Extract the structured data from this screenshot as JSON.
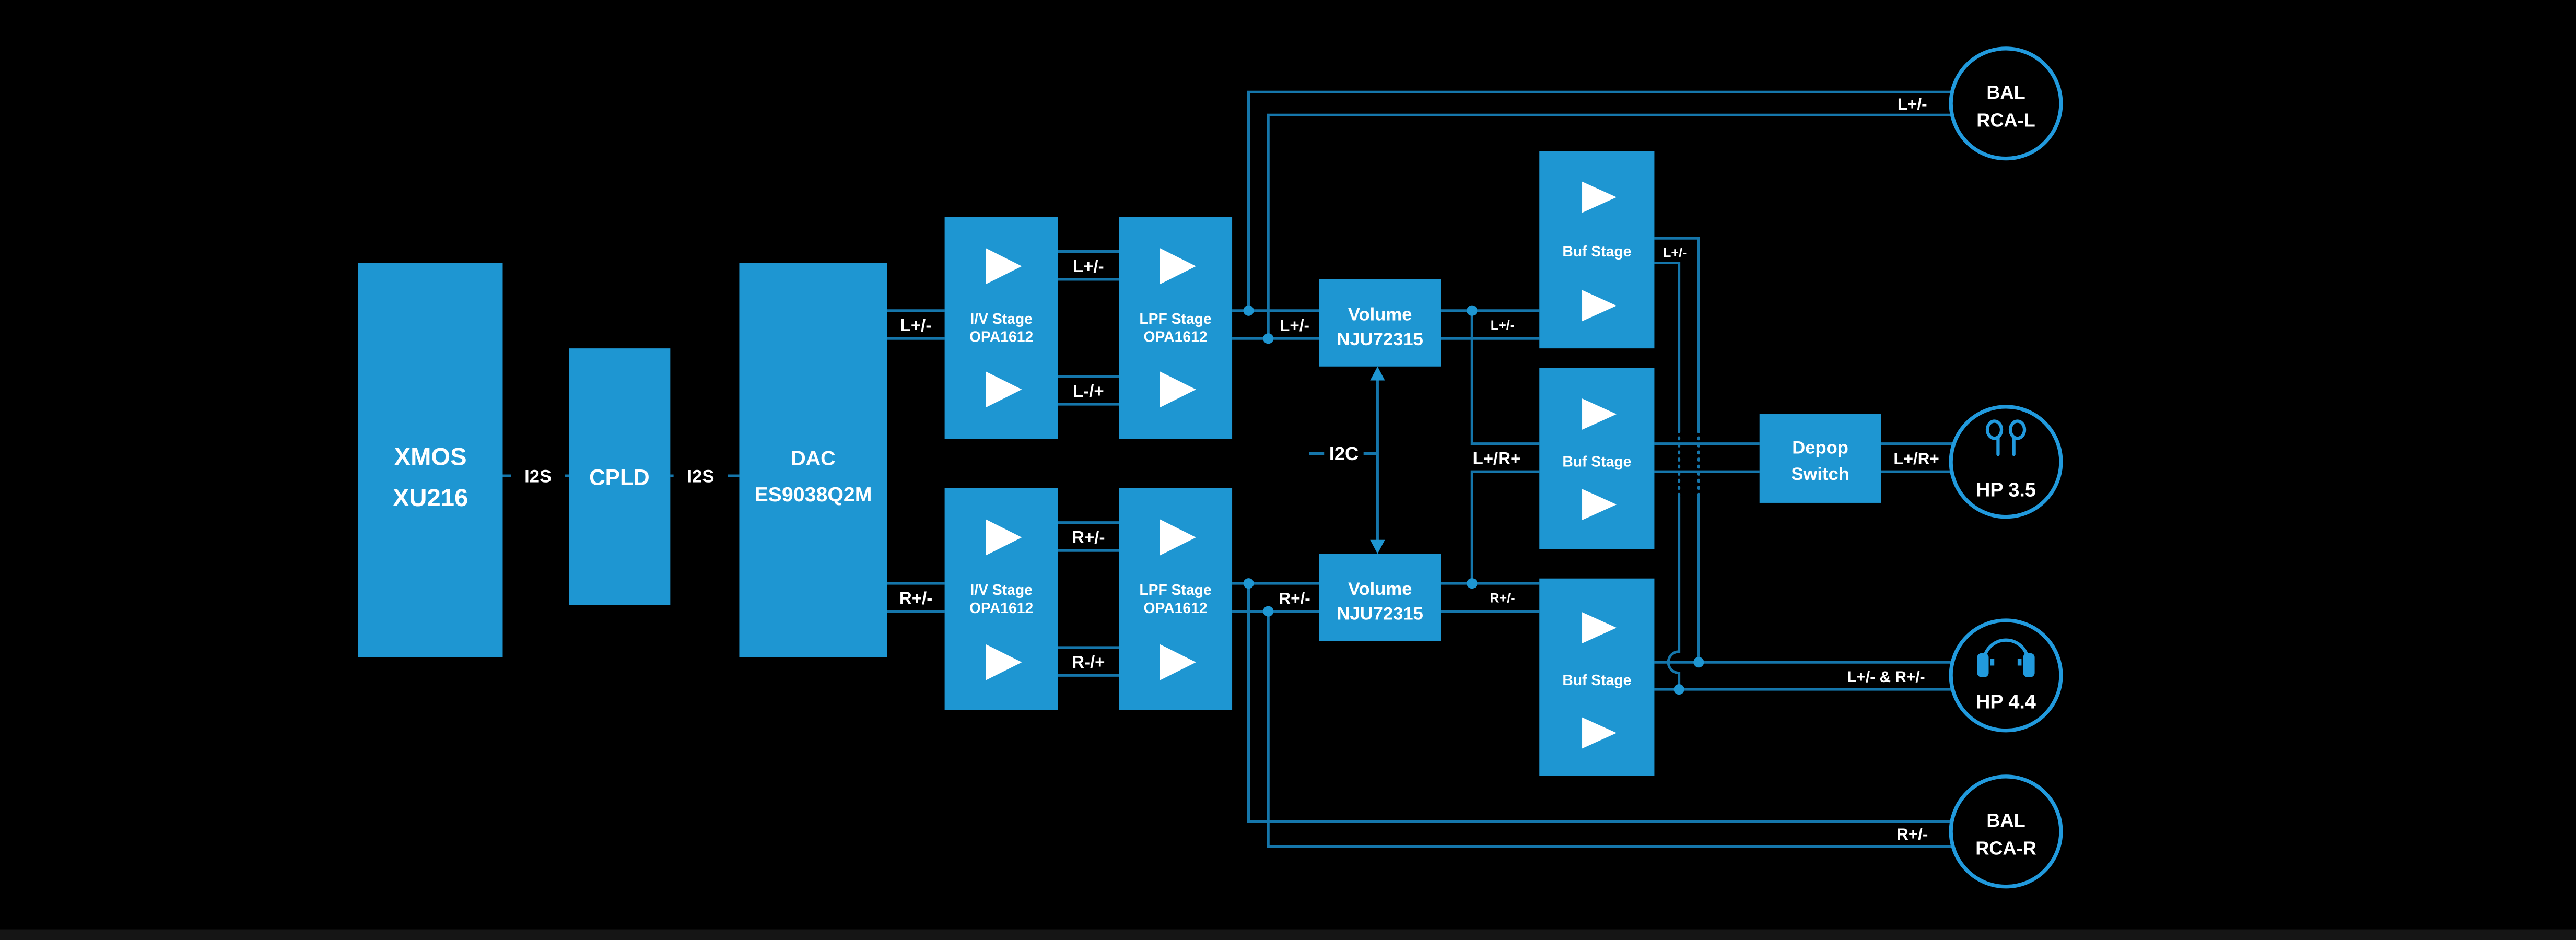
{
  "colors": {
    "background": "#000000",
    "block_blue": "#1e96d2",
    "wire_blue": "#1576ab",
    "port_circle_blue": "#219add",
    "text_white": "#ffffff"
  },
  "blocks": {
    "xmos": {
      "line1": "XMOS",
      "line2": "XU216"
    },
    "cpld": {
      "label": "CPLD"
    },
    "dac": {
      "line1": "DAC",
      "line2": "ES9038Q2M"
    },
    "iv_stage_top": {
      "line1": "I/V Stage",
      "line2": "OPA1612"
    },
    "lpf_stage_top": {
      "line1": "LPF Stage",
      "line2": "OPA1612"
    },
    "iv_stage_bottom": {
      "line1": "I/V Stage",
      "line2": "OPA1612"
    },
    "lpf_stage_bottom": {
      "line1": "LPF Stage",
      "line2": "OPA1612"
    },
    "volume_top": {
      "line1": "Volume",
      "line2": "NJU72315"
    },
    "volume_bottom": {
      "line1": "Volume",
      "line2": "NJU72315"
    },
    "buf_top": {
      "label": "Buf Stage"
    },
    "buf_mid": {
      "label": "Buf Stage"
    },
    "buf_bottom": {
      "label": "Buf Stage"
    },
    "depop": {
      "line1": "Depop",
      "line2": "Switch"
    }
  },
  "wire_labels": {
    "i2s_1": "I2S",
    "i2s_2": "I2S",
    "i2c": "I2C",
    "dac_out_left": "L+/-",
    "dac_out_right": "R+/-",
    "iv_to_lpf_top_pos": "L+/-",
    "iv_to_lpf_top_neg": "L-/+",
    "iv_to_lpf_bottom_pos": "R+/-",
    "iv_to_lpf_bottom_neg": "R-/+",
    "lpf_to_volume_left": "L+/-",
    "lpf_to_volume_right": "R+/-",
    "volume_out_left": "L+/-",
    "volume_out_right": "R+/-",
    "buf_top_out": "L+/-",
    "buf_mid_in": "L+/R+",
    "depop_out": "L+/R+",
    "hp44_feed": "L+/- & R+/-",
    "rca_left_feed": "L+/-",
    "rca_right_feed": "R+/-"
  },
  "outputs": {
    "bal_rca_l": {
      "line1": "BAL",
      "line2": "RCA-L"
    },
    "hp_35": {
      "label": "HP 3.5",
      "icon": "earbuds-icon"
    },
    "hp_44": {
      "label": "HP 4.4",
      "icon": "headphones-icon"
    },
    "bal_rca_r": {
      "line1": "BAL",
      "line2": "RCA-R"
    }
  }
}
